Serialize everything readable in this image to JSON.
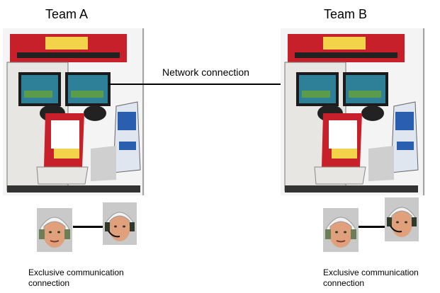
{
  "diagram": {
    "network_label": "Network connection",
    "colors": {
      "link": "#000000",
      "cabinet_red": "#c8202a",
      "cabinet_blue": "#2a5fb0",
      "screen": "#2e7f98",
      "skin": "#e0a07c",
      "helmet": "#f2f2f2"
    },
    "teams": [
      {
        "title": "Team A",
        "crew_link_label": "Exclusive communication connection",
        "caption_line1": "Exclusive communication",
        "caption_line2": "connection"
      },
      {
        "title": "Team B",
        "crew_link_label": "Exclusive communication connection",
        "caption_line1": "Exclusive communication",
        "caption_line2": "connection"
      }
    ]
  }
}
